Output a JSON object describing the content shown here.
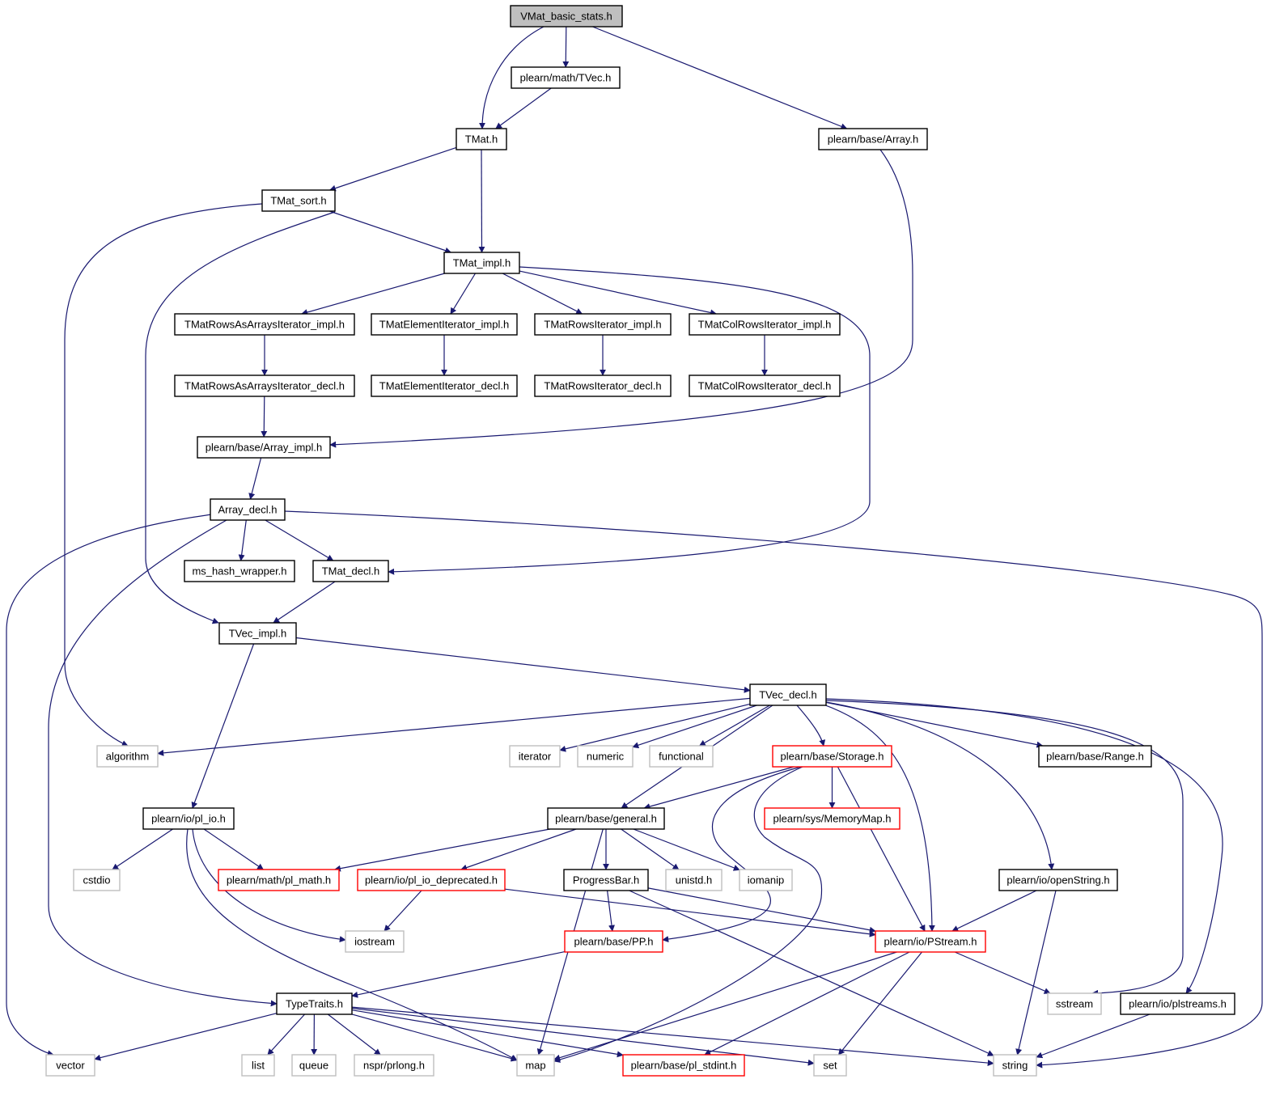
{
  "colors": {
    "edge": "#191970",
    "arrow": "#191970",
    "root_fill": "#bfbfbf",
    "border_normal": "#000000",
    "border_truncated": "#ff0000",
    "border_system": "#bfbfbf"
  },
  "nodes": [
    {
      "id": "vmat",
      "label": "VMat_basic_stats.h",
      "style": "root"
    },
    {
      "id": "tvec_h",
      "label": "plearn/math/TVec.h",
      "style": "normal"
    },
    {
      "id": "tmat_h",
      "label": "TMat.h",
      "style": "normal"
    },
    {
      "id": "array_h",
      "label": "plearn/base/Array.h",
      "style": "normal"
    },
    {
      "id": "tmat_sort",
      "label": "TMat_sort.h",
      "style": "normal"
    },
    {
      "id": "tmat_impl",
      "label": "TMat_impl.h",
      "style": "normal"
    },
    {
      "id": "rows_arr_impl",
      "label": "TMatRowsAsArraysIterator_impl.h",
      "style": "normal"
    },
    {
      "id": "elem_impl",
      "label": "TMatElementIterator_impl.h",
      "style": "normal"
    },
    {
      "id": "rows_impl",
      "label": "TMatRowsIterator_impl.h",
      "style": "normal"
    },
    {
      "id": "colrows_impl",
      "label": "TMatColRowsIterator_impl.h",
      "style": "normal"
    },
    {
      "id": "rows_arr_decl",
      "label": "TMatRowsAsArraysIterator_decl.h",
      "style": "normal"
    },
    {
      "id": "elem_decl",
      "label": "TMatElementIterator_decl.h",
      "style": "normal"
    },
    {
      "id": "rows_decl",
      "label": "TMatRowsIterator_decl.h",
      "style": "normal"
    },
    {
      "id": "colrows_decl",
      "label": "TMatColRowsIterator_decl.h",
      "style": "normal"
    },
    {
      "id": "array_impl",
      "label": "plearn/base/Array_impl.h",
      "style": "normal"
    },
    {
      "id": "array_decl",
      "label": "Array_decl.h",
      "style": "normal"
    },
    {
      "id": "ms_hash",
      "label": "ms_hash_wrapper.h",
      "style": "normal"
    },
    {
      "id": "tmat_decl",
      "label": "TMat_decl.h",
      "style": "normal"
    },
    {
      "id": "tvec_impl",
      "label": "TVec_impl.h",
      "style": "normal"
    },
    {
      "id": "tvec_decl",
      "label": "TVec_decl.h",
      "style": "normal"
    },
    {
      "id": "algorithm",
      "label": "algorithm",
      "style": "system"
    },
    {
      "id": "iterator",
      "label": "iterator",
      "style": "system"
    },
    {
      "id": "numeric",
      "label": "numeric",
      "style": "system"
    },
    {
      "id": "functional",
      "label": "functional",
      "style": "system"
    },
    {
      "id": "storage",
      "label": "plearn/base/Storage.h",
      "style": "truncated"
    },
    {
      "id": "range",
      "label": "plearn/base/Range.h",
      "style": "normal"
    },
    {
      "id": "pl_io",
      "label": "plearn/io/pl_io.h",
      "style": "normal"
    },
    {
      "id": "general",
      "label": "plearn/base/general.h",
      "style": "normal"
    },
    {
      "id": "memmap",
      "label": "plearn/sys/MemoryMap.h",
      "style": "truncated"
    },
    {
      "id": "cstdio",
      "label": "cstdio",
      "style": "system"
    },
    {
      "id": "pl_math",
      "label": "plearn/math/pl_math.h",
      "style": "truncated"
    },
    {
      "id": "pl_io_dep",
      "label": "plearn/io/pl_io_deprecated.h",
      "style": "truncated"
    },
    {
      "id": "progress",
      "label": "ProgressBar.h",
      "style": "normal"
    },
    {
      "id": "unistd",
      "label": "unistd.h",
      "style": "system"
    },
    {
      "id": "iomanip",
      "label": "iomanip",
      "style": "system"
    },
    {
      "id": "openstring",
      "label": "plearn/io/openString.h",
      "style": "normal"
    },
    {
      "id": "iostream",
      "label": "iostream",
      "style": "system"
    },
    {
      "id": "pp",
      "label": "plearn/base/PP.h",
      "style": "truncated"
    },
    {
      "id": "pstream",
      "label": "plearn/io/PStream.h",
      "style": "truncated"
    },
    {
      "id": "typetraits",
      "label": "TypeTraits.h",
      "style": "normal"
    },
    {
      "id": "sstream",
      "label": "sstream",
      "style": "system"
    },
    {
      "id": "plstreams",
      "label": "plearn/io/plstreams.h",
      "style": "normal"
    },
    {
      "id": "vector",
      "label": "vector",
      "style": "system"
    },
    {
      "id": "list",
      "label": "list",
      "style": "system"
    },
    {
      "id": "queue",
      "label": "queue",
      "style": "system"
    },
    {
      "id": "prlong",
      "label": "nspr/prlong.h",
      "style": "system"
    },
    {
      "id": "map",
      "label": "map",
      "style": "system"
    },
    {
      "id": "stdint",
      "label": "plearn/base/pl_stdint.h",
      "style": "truncated"
    },
    {
      "id": "set",
      "label": "set",
      "style": "system"
    },
    {
      "id": "string",
      "label": "string",
      "style": "system"
    }
  ],
  "edges": [
    {
      "from": "vmat",
      "to": "tvec_h"
    },
    {
      "from": "vmat",
      "to": "tmat_h"
    },
    {
      "from": "vmat",
      "to": "array_h"
    },
    {
      "from": "tvec_h",
      "to": "tmat_h"
    },
    {
      "from": "tmat_h",
      "to": "tmat_sort"
    },
    {
      "from": "tmat_h",
      "to": "tmat_impl"
    },
    {
      "from": "array_h",
      "to": "array_impl"
    },
    {
      "from": "tmat_sort",
      "to": "tmat_impl"
    },
    {
      "from": "tmat_sort",
      "to": "algorithm"
    },
    {
      "from": "tmat_sort",
      "to": "tvec_impl"
    },
    {
      "from": "tmat_impl",
      "to": "rows_arr_impl"
    },
    {
      "from": "tmat_impl",
      "to": "elem_impl"
    },
    {
      "from": "tmat_impl",
      "to": "rows_impl"
    },
    {
      "from": "tmat_impl",
      "to": "colrows_impl"
    },
    {
      "from": "tmat_impl",
      "to": "tmat_decl"
    },
    {
      "from": "rows_arr_impl",
      "to": "rows_arr_decl"
    },
    {
      "from": "elem_impl",
      "to": "elem_decl"
    },
    {
      "from": "rows_impl",
      "to": "rows_decl"
    },
    {
      "from": "colrows_impl",
      "to": "colrows_decl"
    },
    {
      "from": "rows_arr_decl",
      "to": "array_impl"
    },
    {
      "from": "array_impl",
      "to": "array_decl"
    },
    {
      "from": "array_decl",
      "to": "ms_hash"
    },
    {
      "from": "array_decl",
      "to": "tmat_decl"
    },
    {
      "from": "array_decl",
      "to": "vector"
    },
    {
      "from": "array_decl",
      "to": "typetraits"
    },
    {
      "from": "array_decl",
      "to": "string"
    },
    {
      "from": "tmat_decl",
      "to": "tvec_impl"
    },
    {
      "from": "tvec_impl",
      "to": "tvec_decl"
    },
    {
      "from": "tvec_impl",
      "to": "pl_io"
    },
    {
      "from": "tvec_decl",
      "to": "algorithm"
    },
    {
      "from": "tvec_decl",
      "to": "iterator"
    },
    {
      "from": "tvec_decl",
      "to": "numeric"
    },
    {
      "from": "tvec_decl",
      "to": "functional"
    },
    {
      "from": "tvec_decl",
      "to": "storage"
    },
    {
      "from": "tvec_decl",
      "to": "range"
    },
    {
      "from": "tvec_decl",
      "to": "general"
    },
    {
      "from": "tvec_decl",
      "to": "pstream"
    },
    {
      "from": "tvec_decl",
      "to": "openstring"
    },
    {
      "from": "tvec_decl",
      "to": "sstream"
    },
    {
      "from": "tvec_decl",
      "to": "plstreams"
    },
    {
      "from": "storage",
      "to": "memmap"
    },
    {
      "from": "storage",
      "to": "general"
    },
    {
      "from": "storage",
      "to": "pstream"
    },
    {
      "from": "storage",
      "to": "pp"
    },
    {
      "from": "storage",
      "to": "map"
    },
    {
      "from": "pl_io",
      "to": "cstdio"
    },
    {
      "from": "pl_io",
      "to": "pl_math"
    },
    {
      "from": "pl_io",
      "to": "iostream"
    },
    {
      "from": "pl_io",
      "to": "map"
    },
    {
      "from": "general",
      "to": "pl_math"
    },
    {
      "from": "general",
      "to": "pl_io_dep"
    },
    {
      "from": "general",
      "to": "progress"
    },
    {
      "from": "general",
      "to": "unistd"
    },
    {
      "from": "general",
      "to": "iomanip"
    },
    {
      "from": "general",
      "to": "map"
    },
    {
      "from": "pl_io_dep",
      "to": "iostream"
    },
    {
      "from": "pl_io_dep",
      "to": "pstream"
    },
    {
      "from": "progress",
      "to": "pp"
    },
    {
      "from": "progress",
      "to": "pstream"
    },
    {
      "from": "progress",
      "to": "string"
    },
    {
      "from": "openstring",
      "to": "pstream"
    },
    {
      "from": "openstring",
      "to": "string"
    },
    {
      "from": "pp",
      "to": "typetraits"
    },
    {
      "from": "pstream",
      "to": "sstream"
    },
    {
      "from": "pstream",
      "to": "map"
    },
    {
      "from": "pstream",
      "to": "stdint"
    },
    {
      "from": "pstream",
      "to": "set"
    },
    {
      "from": "plstreams",
      "to": "string"
    },
    {
      "from": "typetraits",
      "to": "vector"
    },
    {
      "from": "typetraits",
      "to": "list"
    },
    {
      "from": "typetraits",
      "to": "queue"
    },
    {
      "from": "typetraits",
      "to": "prlong"
    },
    {
      "from": "typetraits",
      "to": "map"
    },
    {
      "from": "typetraits",
      "to": "stdint"
    },
    {
      "from": "typetraits",
      "to": "set"
    },
    {
      "from": "typetraits",
      "to": "string"
    }
  ]
}
